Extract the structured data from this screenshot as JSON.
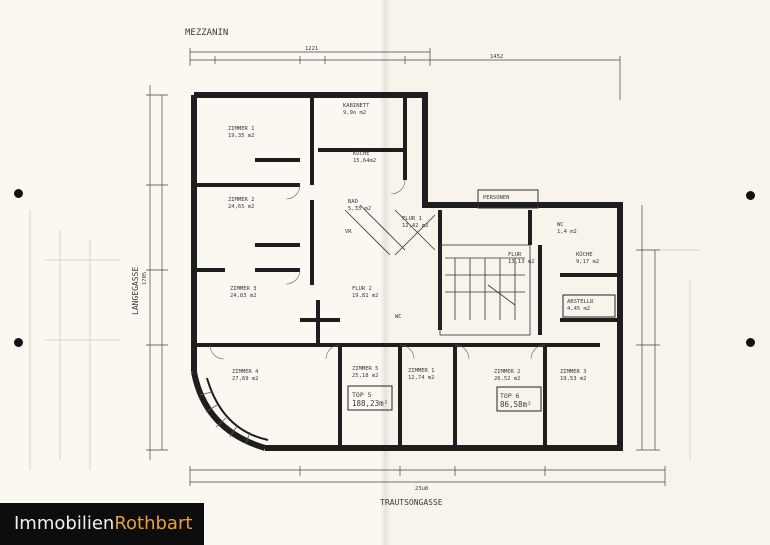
{
  "header": {
    "title": "MEZZANIN",
    "street_bottom": "TRAUTSONGASSE",
    "street_left": "LANGEGASSE"
  },
  "units": {
    "top5": {
      "label": "TOP 5",
      "area": "188,23m²"
    },
    "top6": {
      "label": "TOP 6",
      "area": "86,58m²"
    }
  },
  "rooms": [
    {
      "id": "zimmer1-top5",
      "name": "ZIMMER 1",
      "area": "19,35 m2"
    },
    {
      "id": "kabinett",
      "name": "KABINETT",
      "area": "9,9o m2"
    },
    {
      "id": "kueche-top5",
      "name": "KÜCHE",
      "area": "15,64m2"
    },
    {
      "id": "zimmer2-top5",
      "name": "ZIMMER 2",
      "area": "24,65 m2"
    },
    {
      "id": "bad",
      "name": "BAD",
      "area": "5,33 m2"
    },
    {
      "id": "flur1",
      "name": "FLUR 1",
      "area": "12,42 m2"
    },
    {
      "id": "zimmer3-top5",
      "name": "ZIMMER 3",
      "area": "24,83 m2"
    },
    {
      "id": "flur2",
      "name": "FLUR 2",
      "area": "19,81 m2"
    },
    {
      "id": "zimmer4-top5",
      "name": "ZIMMER 4",
      "area": "27,69 m2"
    },
    {
      "id": "zimmer5-top5",
      "name": "ZIMMER 5",
      "area": "25,18 m2"
    },
    {
      "id": "zimmer1-top6",
      "name": "ZIMMER 1",
      "area": "12,74 m2"
    },
    {
      "id": "zimmer2-top6",
      "name": "ZIMMER 2",
      "area": "26,52 m2"
    },
    {
      "id": "zimmer3-top6",
      "name": "ZIMMER 3",
      "area": "19,53 m2"
    },
    {
      "id": "flur-top6",
      "name": "FLUR",
      "area": "13,13 m2"
    },
    {
      "id": "kueche-top6",
      "name": "KÜCHE",
      "area": "9,17 m2"
    },
    {
      "id": "abstellr",
      "name": "ABSTELLR",
      "area": "4,45 m2"
    },
    {
      "id": "wc-top6",
      "name": "WC",
      "area": "1,4 m2"
    }
  ],
  "labels": {
    "personen": "PERSONEN",
    "vr": "VR",
    "wc": "WC",
    "dim_top": "1221",
    "dim_top_right": "1452",
    "dim_bottom_total": "23u8",
    "dim_left": "1705"
  },
  "brand": {
    "part1": "Immobilien",
    "part2": "Rothbart",
    "accent_color": "#e7a13a",
    "bg_color": "#0d0d0d"
  }
}
